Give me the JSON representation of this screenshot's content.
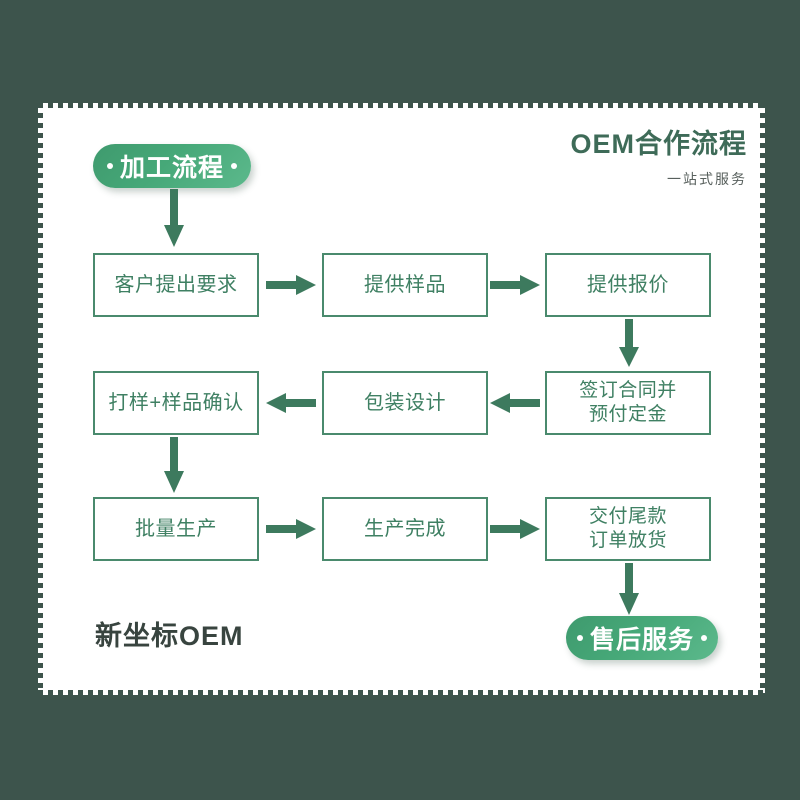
{
  "theme": {
    "page_background": "#3d544c",
    "card_background": "#ffffff",
    "accent_green": "#4a8a6d",
    "node_text": "#3f8063",
    "pill_gradient_from": "#3f9a6e",
    "pill_gradient_to": "#5cb98c",
    "heading_color": "#3e6b58",
    "subtitle_color": "#58605d",
    "brand_color": "#38443f",
    "arrow_color": "#3d7a5e"
  },
  "header": {
    "title": "OEM合作流程",
    "subtitle": "一站式服务"
  },
  "badges": {
    "process": "加工流程",
    "service": "售后服务"
  },
  "brand": "新坐标OEM",
  "chart_data": {
    "type": "diagram",
    "title": "OEM合作流程",
    "subtitle": "一站式服务",
    "layout": "3x3 serpentine flowchart, left-to-right then right-to-left",
    "entry_badge": "加工流程",
    "exit_badge": "售后服务",
    "nodes": [
      {
        "id": "n1",
        "label": "客户提出要求",
        "row": 1,
        "col": 1
      },
      {
        "id": "n2",
        "label": "提供样品",
        "row": 1,
        "col": 2
      },
      {
        "id": "n3",
        "label": "提供报价",
        "row": 1,
        "col": 3
      },
      {
        "id": "n4",
        "label": "打样+样品确认",
        "row": 2,
        "col": 1
      },
      {
        "id": "n5",
        "label": "包装设计",
        "row": 2,
        "col": 2
      },
      {
        "id": "n6",
        "label": "签订合同并\n预付定金",
        "row": 2,
        "col": 3
      },
      {
        "id": "n7",
        "label": "批量生产",
        "row": 3,
        "col": 1
      },
      {
        "id": "n8",
        "label": "生产完成",
        "row": 3,
        "col": 2
      },
      {
        "id": "n9",
        "label": "交付尾款\n订单放货",
        "row": 3,
        "col": 3
      }
    ],
    "edges": [
      {
        "from": "加工流程",
        "to": "客户提出要求",
        "direction": "down"
      },
      {
        "from": "客户提出要求",
        "to": "提供样品",
        "direction": "right"
      },
      {
        "from": "提供样品",
        "to": "提供报价",
        "direction": "right"
      },
      {
        "from": "提供报价",
        "to": "签订合同并预付定金",
        "direction": "down"
      },
      {
        "from": "签订合同并预付定金",
        "to": "包装设计",
        "direction": "left"
      },
      {
        "from": "包装设计",
        "to": "打样+样品确认",
        "direction": "left"
      },
      {
        "from": "打样+样品确认",
        "to": "批量生产",
        "direction": "down"
      },
      {
        "from": "批量生产",
        "to": "生产完成",
        "direction": "right"
      },
      {
        "from": "生产完成",
        "to": "交付尾款订单放货",
        "direction": "right"
      },
      {
        "from": "交付尾款订单放货",
        "to": "售后服务",
        "direction": "down"
      }
    ]
  },
  "nodes": {
    "n1": "客户提出要求",
    "n2": "提供样品",
    "n3": "提供报价",
    "n4": "打样+样品确认",
    "n5": "包装设计",
    "n6_line1": "签订合同并",
    "n6_line2": "预付定金",
    "n7": "批量生产",
    "n8": "生产完成",
    "n9_line1": "交付尾款",
    "n9_line2": "订单放货"
  }
}
